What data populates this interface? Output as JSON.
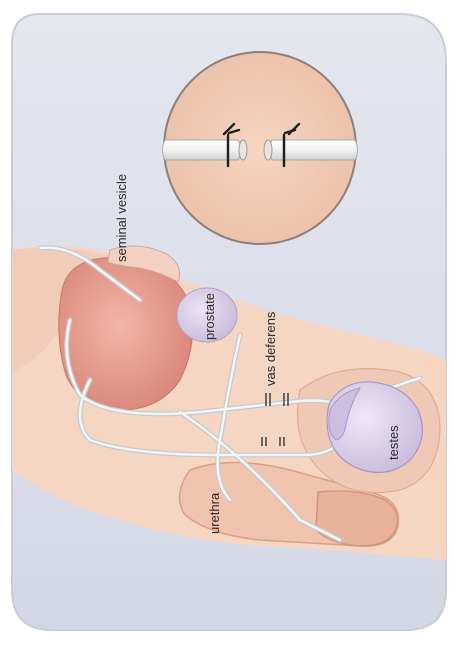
{
  "labels": {
    "seminal_vesicle": "seminal vesicle",
    "prostate": "prostate",
    "vas_deferens": "vas deferens",
    "testes": "testes",
    "urethra": "urethra"
  },
  "colors": {
    "background_top": "#e3e6ef",
    "background_bottom": "#d5d9e6",
    "skin": "#f3d3bf",
    "skin_shadow": "#e6b9a2",
    "bladder": "#e79a8d",
    "prostate": "#d8cde6",
    "testes": "#d6cbe5",
    "duct": "#eef0f2",
    "frame": "#ffffff"
  },
  "icons": {
    "inset": "cut-vas-deferens-closeup",
    "clips": "surgical-clip-icon"
  }
}
